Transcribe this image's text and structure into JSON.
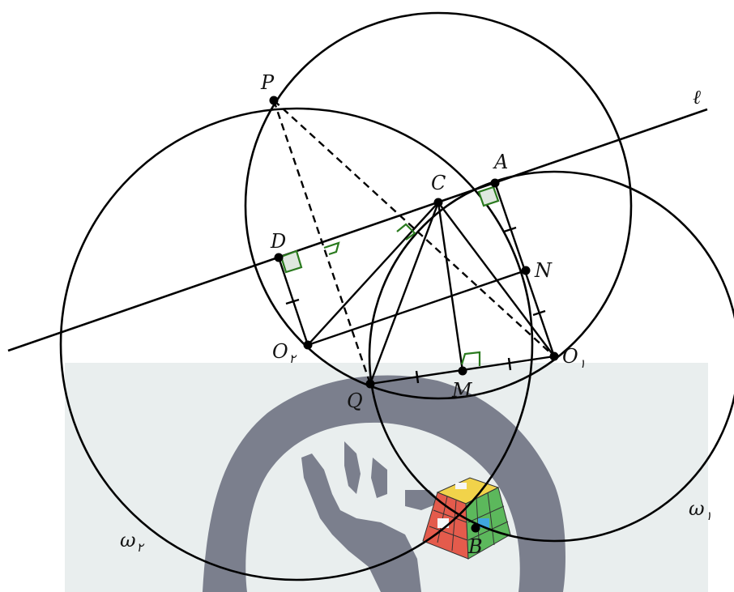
{
  "figure": {
    "points": [
      {
        "id": "P",
        "label": "P"
      },
      {
        "id": "A",
        "label": "A"
      },
      {
        "id": "C",
        "label": "C"
      },
      {
        "id": "D",
        "label": "D"
      },
      {
        "id": "N",
        "label": "N"
      },
      {
        "id": "O2",
        "label": "O",
        "sub": "۲"
      },
      {
        "id": "O1",
        "label": "O",
        "sub": "۱"
      },
      {
        "id": "Q",
        "label": "Q"
      },
      {
        "id": "M",
        "label": "M"
      },
      {
        "id": "B",
        "label": "B"
      }
    ],
    "line_label": "ℓ",
    "circle_labels": [
      {
        "id": "w1",
        "label": "ω",
        "sub": "۱"
      },
      {
        "id": "w2",
        "label": "ω",
        "sub": "۲"
      }
    ]
  },
  "colors": {
    "ink": "#000000",
    "right_angle": "#2a7a1e",
    "background_panel": "#e9eeee",
    "silhouette": "#7b7f8d"
  }
}
